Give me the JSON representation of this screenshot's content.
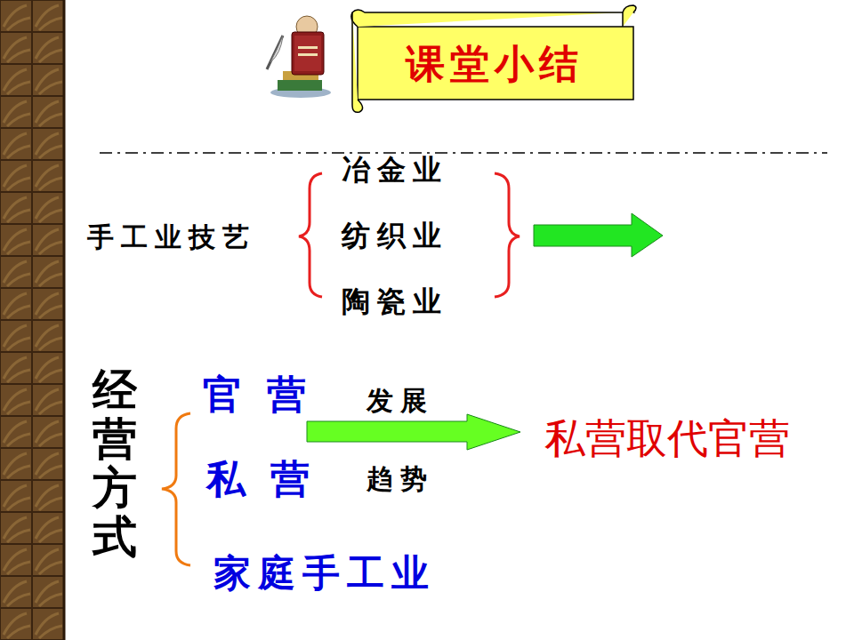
{
  "diagram": {
    "title": "课堂小结",
    "labels": [
      "手工业技艺",
      "冶金业",
      "纺织业",
      "陶瓷业",
      "经营方式",
      "官营",
      "发展",
      "私营取代官营",
      "私营",
      "趋势",
      "家庭手工业"
    ]
  }
}
